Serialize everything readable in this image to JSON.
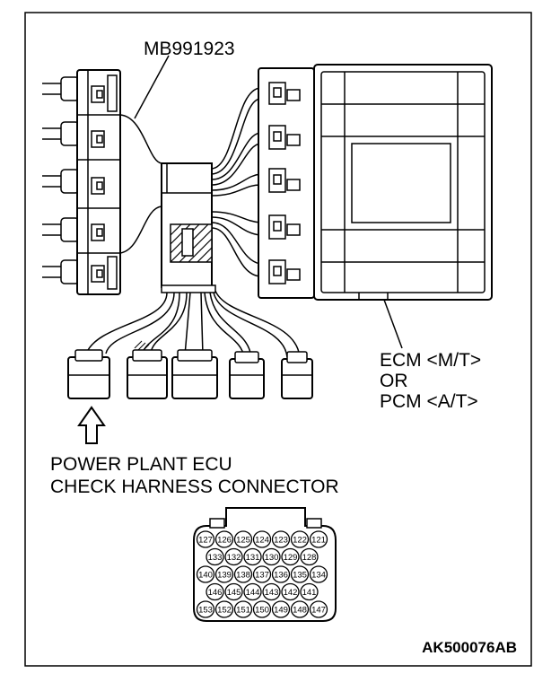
{
  "labels": {
    "tool_id": "MB991923",
    "ecm_line1": "ECM <M/T>",
    "ecm_line2": "OR",
    "ecm_line3": "PCM <A/T>",
    "caption_line1": "POWER PLANT ECU",
    "caption_line2": "CHECK HARNESS CONNECTOR",
    "figure_id": "AK500076AB"
  },
  "connector_pins": {
    "row1": [
      "127",
      "126",
      "125",
      "124",
      "123",
      "122",
      "121"
    ],
    "row2": [
      "133",
      "132",
      "131",
      "130",
      "129",
      "128"
    ],
    "row3": [
      "140",
      "139",
      "138",
      "137",
      "136",
      "135",
      "134"
    ],
    "row4": [
      "146",
      "145",
      "144",
      "143",
      "142",
      "141"
    ],
    "row5": [
      "153",
      "152",
      "151",
      "150",
      "149",
      "148",
      "147"
    ]
  }
}
